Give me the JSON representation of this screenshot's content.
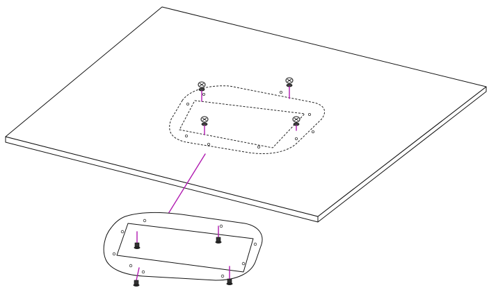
{
  "figure": {
    "type": "exploded-assembly-diagram",
    "colors": {
      "outline": "#111111",
      "accent": "#b01ab0",
      "background": "#ffffff"
    },
    "parts": [
      "table-top-panel",
      "mounting-bracket-plate",
      "screws"
    ],
    "top_screw_count": 4,
    "bottom_screw_count": 4
  }
}
